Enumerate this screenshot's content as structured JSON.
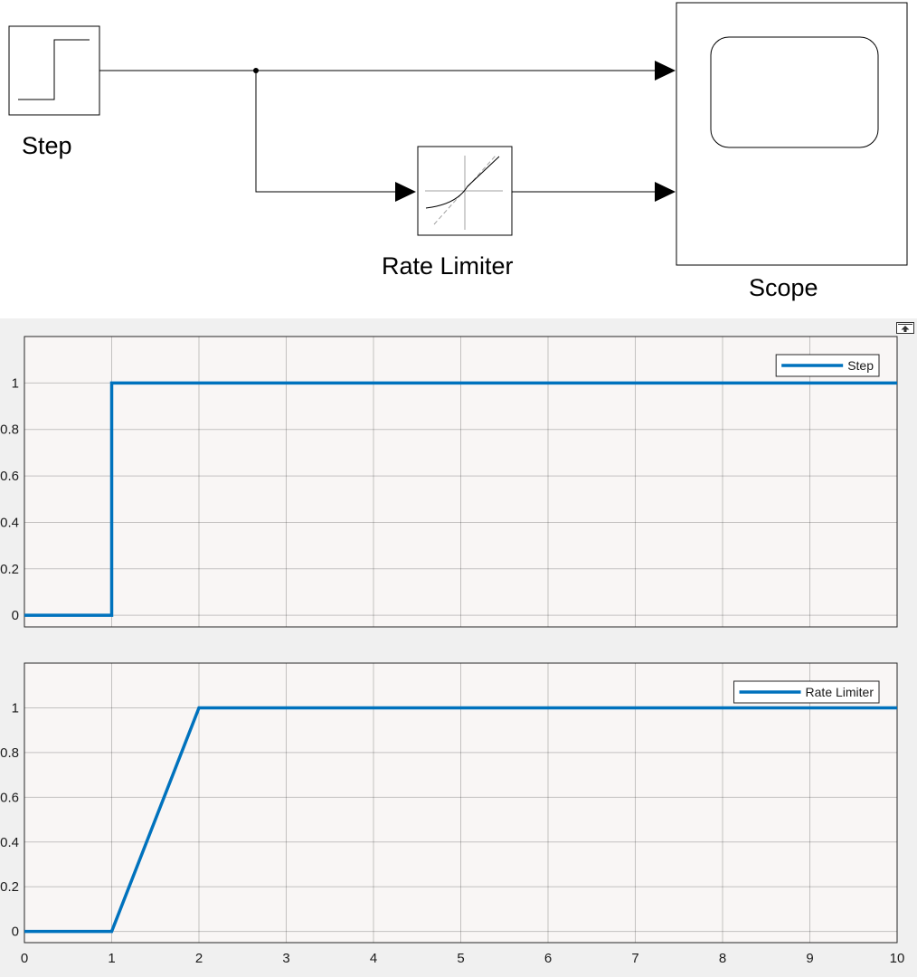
{
  "diagram": {
    "blocks": {
      "step": {
        "label": "Step",
        "icon": "step-icon"
      },
      "rate_limiter": {
        "label": "Rate Limiter",
        "icon": "rate-limiter-icon"
      },
      "scope": {
        "label": "Scope",
        "icon": "scope-screen-icon"
      }
    }
  },
  "scope": {
    "undock_icon": "undock-icon",
    "line_color": "#0072bd",
    "axes_background": "#f9f6f5"
  },
  "chart_data": [
    {
      "type": "line",
      "title": "",
      "xlabel": "",
      "ylabel": "",
      "xlim": [
        0,
        10
      ],
      "ylim": [
        -0.05,
        1.2
      ],
      "x_ticks": [
        "0",
        "1",
        "2",
        "3",
        "4",
        "5",
        "6",
        "7",
        "8",
        "9",
        "10"
      ],
      "y_ticks": [
        "0",
        "0.2",
        "0.4",
        "0.6",
        "0.8",
        "1"
      ],
      "grid": true,
      "legend_position": "top-right",
      "series": [
        {
          "name": "Step",
          "color": "#0072bd",
          "x": [
            0,
            1,
            1,
            10
          ],
          "y": [
            0,
            0,
            1,
            1
          ]
        }
      ]
    },
    {
      "type": "line",
      "title": "",
      "xlabel": "",
      "ylabel": "",
      "xlim": [
        0,
        10
      ],
      "ylim": [
        -0.05,
        1.2
      ],
      "x_ticks": [
        "0",
        "1",
        "2",
        "3",
        "4",
        "5",
        "6",
        "7",
        "8",
        "9",
        "10"
      ],
      "y_ticks": [
        "0",
        "0.2",
        "0.4",
        "0.6",
        "0.8",
        "1"
      ],
      "grid": true,
      "legend_position": "top-right",
      "series": [
        {
          "name": "Rate Limiter",
          "color": "#0072bd",
          "x": [
            0,
            1,
            2,
            10
          ],
          "y": [
            0,
            0,
            1,
            1
          ]
        }
      ]
    }
  ]
}
